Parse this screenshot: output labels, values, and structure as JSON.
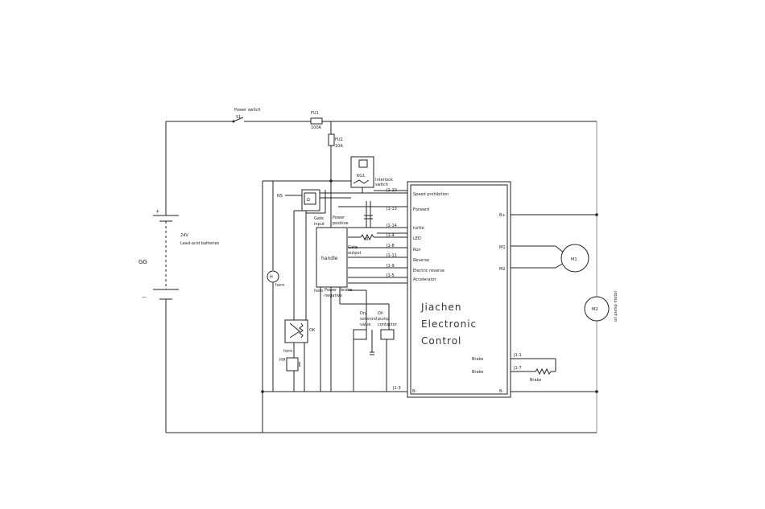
{
  "labels": {
    "power_switch": "Power switch",
    "s1": "S1",
    "fu1": "FU1",
    "fu1_rating": "100A",
    "fu2": "FU2",
    "fu2_rating": "10A",
    "kg1": "KG1",
    "interlock_switch": "Interlock",
    "interlock_switch2": "switch",
    "battery_voltage": "24V",
    "battery_type": "Lead-acid batteries",
    "battery_id": "GG",
    "handle": "handle",
    "horn": "horn",
    "gate_input_a": "Gate",
    "gate_input_b": "input",
    "gate_output_a": "Gate",
    "gate_output_b": "output",
    "power_positive_a": "Power",
    "power_positive_b": "positive",
    "power_negative_a": "Power",
    "power_negative_b": "negative",
    "horn_left": "horn",
    "brake": "brake",
    "ok_label": "OK",
    "relay_hh": "HH",
    "dry_solenoid_a": "Dry",
    "dry_solenoid_b": "solenoid",
    "dry_solenoid_c": "valve",
    "oil_pump_a": "Oil",
    "oil_pump_b": "pump",
    "oil_pump_c": "contactor",
    "resistor_r": "R",
    "top_small": "NS",
    "j_labels": [
      "J1-10",
      "J1-13",
      "J1-14",
      "J1-4",
      "J1-8",
      "J1-11",
      "J1-9",
      "J1-5",
      "J1-3"
    ],
    "j_right": [
      "J1-1",
      "J1-7"
    ],
    "speed_prohibition": "Speed prohibition",
    "forward": "Forward",
    "turtle": "turtle",
    "led": "LED",
    "run": "Run",
    "reverse": "Reverse",
    "electric_reverse": "Electric reverse",
    "accelerator": "Accelerator",
    "controller_line1": "Jiachen",
    "controller_line2": "Electronic",
    "controller_line3": "Control",
    "brake1": "Brake",
    "brake2": "Brake",
    "brake_res": "Brake",
    "b_plus": "B+",
    "b_minus_left": "B-",
    "b_minus_right": "B-",
    "m1_term": "M1",
    "m2_term": "M2",
    "motor_m1": "M1",
    "motor_m2": "M2",
    "oil_pump_motor": "oil pump motor"
  },
  "colors": {
    "wire": "#222222",
    "light_wire": "#777777",
    "background": "#ffffff"
  }
}
